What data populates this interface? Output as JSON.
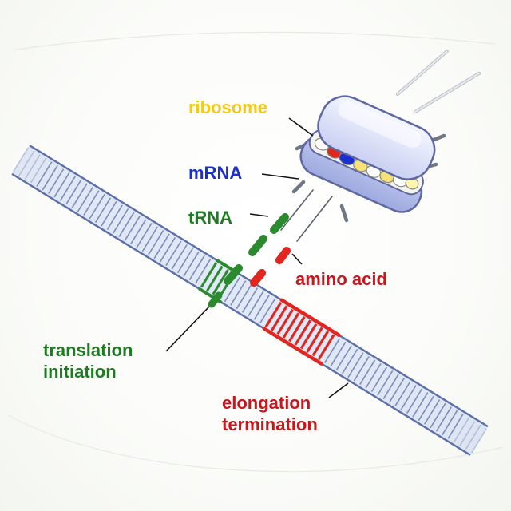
{
  "labels": {
    "ribosome": "ribosome",
    "mrna": "mRNA",
    "trna": "tRNA",
    "amino_acid": "amino acid",
    "initiation_line1": "translation",
    "initiation_line2": "initiation",
    "elongation_line1": "elongation",
    "elongation_line2": "termination"
  },
  "colors": {
    "ribosome_label": "#f2cc14",
    "mrna_label": "#1a2fd0",
    "trna_label": "#1e7a22",
    "amino_acid_label": "#c8161b",
    "initiation_label": "#1e7a22",
    "elongation_label": "#c8161b",
    "strand_fill": "#c9d5f0",
    "strand_edge": "#5b6fa8",
    "ribosome_body": "#dfe4fb",
    "highlight_red": "#e0261f",
    "highlight_green": "#2b8a2e"
  },
  "icons": {
    "strand": "double-strand-ladder",
    "ribosome": "ribosome-capsule"
  }
}
